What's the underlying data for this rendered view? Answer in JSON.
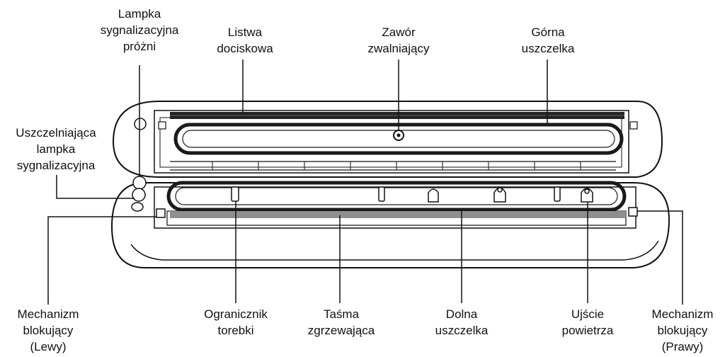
{
  "labels": {
    "vacuum_lamp": [
      "Lampka",
      "sygnalizacyjna",
      "próżni"
    ],
    "press_bar": [
      "Listwa",
      "dociskowa"
    ],
    "release_valve": [
      "Zawór",
      "zwalniający"
    ],
    "upper_gasket": [
      "Górna",
      "uszczelka"
    ],
    "seal_lamp": [
      "Uszczelniająca",
      "lampka",
      "sygnalizacyjna"
    ],
    "lock_left": [
      "Mechanizm",
      "blokujący",
      "(Lewy)"
    ],
    "bag_limiter": [
      "Ogranicznik",
      "torebki"
    ],
    "heating_strip": [
      "Taśma",
      "zgrzewająca"
    ],
    "lower_gasket": [
      "Dolna",
      "uszczelka"
    ],
    "air_outlet": [
      "Ujście",
      "powietrza"
    ],
    "lock_right": [
      "Mechanizm",
      "blokujący",
      "(Prawy)"
    ]
  },
  "colors": {
    "line": "#111111",
    "strip": "#8f8f8f",
    "gasket": "#1a1a1a"
  }
}
